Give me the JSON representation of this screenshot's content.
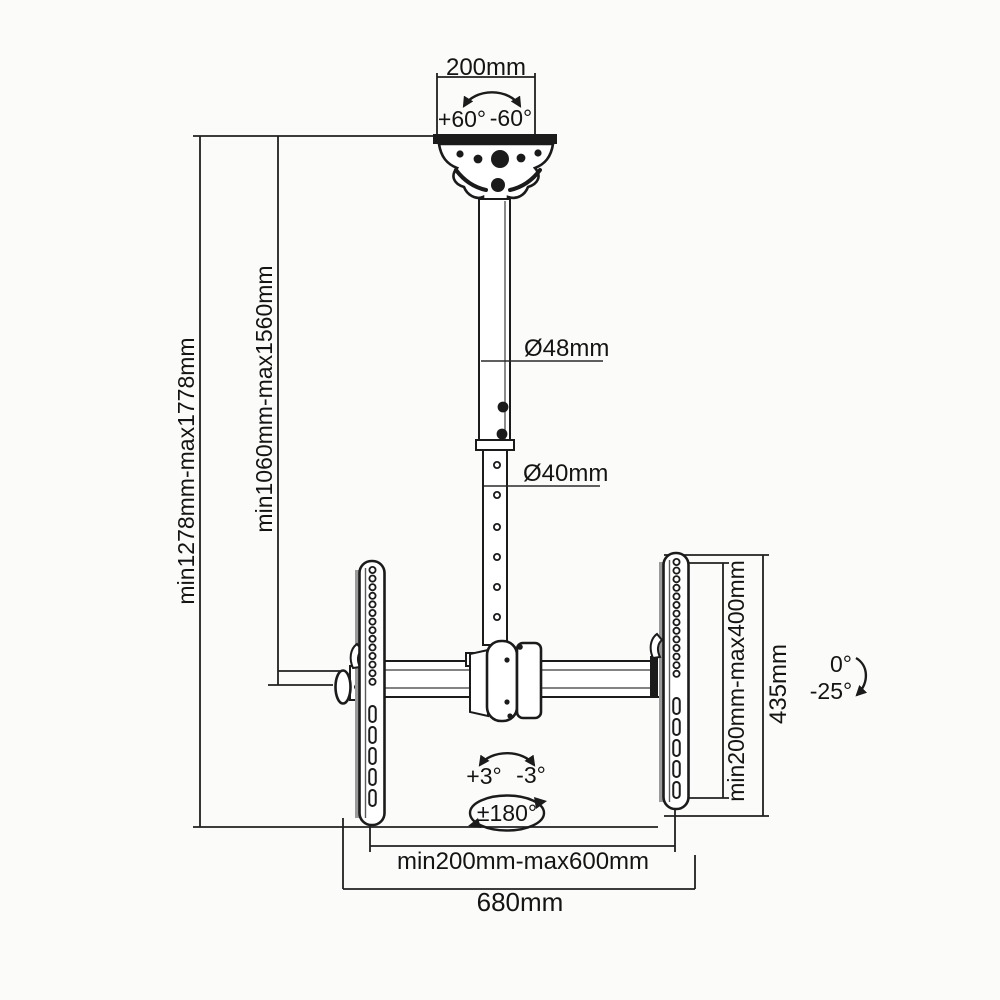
{
  "diagram": {
    "background_color": "#fbfbf9",
    "line_color": "#1b1b1b",
    "labels": {
      "ceiling_plate_width": "200mm",
      "swivel_plus": "+60°",
      "swivel_minus": "-60°",
      "upper_pole_diameter": "Ø48mm",
      "lower_pole_diameter": "Ø40mm",
      "overall_height_range": "min1278mm-max1778mm",
      "pole_height_range": "min1060mm-max1560mm",
      "vesa_height_range": "min200mm-max400mm",
      "bracket_height": "435mm",
      "tilt_level": "0°",
      "tilt_down": "-25°",
      "post_level_plus": "+3°",
      "post_level_minus": "-3°",
      "rotation_range": "±180°",
      "vesa_width_range": "min200mm-max600mm",
      "crossbar_width": "680mm"
    }
  }
}
